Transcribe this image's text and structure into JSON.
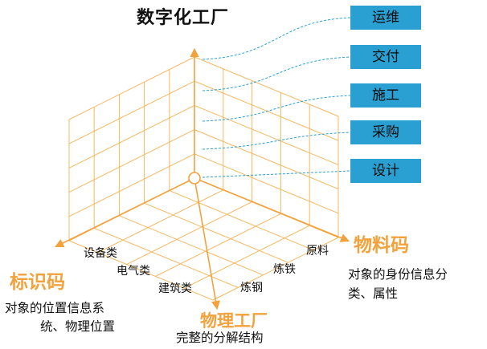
{
  "title": "数字化工厂",
  "phases": [
    "运维",
    "交付",
    "施工",
    "采购",
    "设计"
  ],
  "right_axis": {
    "heading": "物料码",
    "ticks": [
      "原料",
      "炼铁",
      "炼钢"
    ],
    "description_lines": [
      "对象的身份信息分",
      "类、属性"
    ]
  },
  "left_axis": {
    "heading": "标识码",
    "ticks": [
      "设备类",
      "电气类",
      "建筑类"
    ],
    "description_lines": [
      "对象的位置信息系",
      "统、物理位置"
    ]
  },
  "bottom": {
    "heading": "物理工厂",
    "description": "完整的分解结构"
  },
  "colors": {
    "grid": "#f4b860",
    "axis": "#f2a23c",
    "heading": "#f2a23c",
    "phase_box": "#2aa0d2",
    "leader_line": "#2aa0d2"
  }
}
